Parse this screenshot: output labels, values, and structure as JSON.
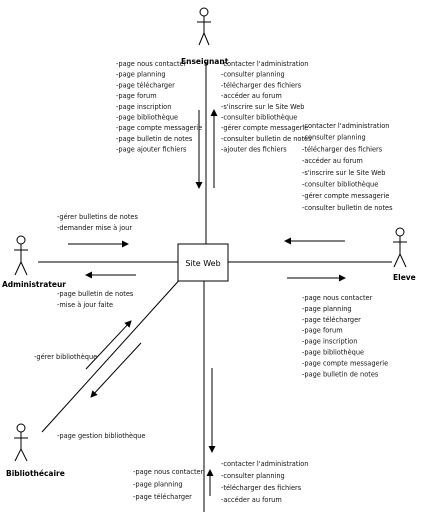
{
  "hub": {
    "name": "Site Web"
  },
  "actors": {
    "enseignant": "Enseignant",
    "administrateur": "Administrateur",
    "eleve": "Eleve",
    "bibliothecaire": "Bibliothécaire"
  },
  "messages": {
    "enseignant_pages": [
      "-page nous contacter",
      "-page planning",
      "-page télécharger",
      "-page forum",
      "-page inscription",
      "-page bibliothèque",
      "-page compte messagerie",
      "-page bulletin de notes",
      "-page ajouter fichiers"
    ],
    "enseignant_actions": [
      "-contacter l'administration",
      "-consulter planning",
      "-télécharger des fichiers",
      "-accéder au forum",
      "-s'inscrire sur le Site Web",
      "-consulter bibliothèque",
      "-gérer compte messagerie",
      "-consulter bulletin de notes",
      "-ajouter des fichiers"
    ],
    "admin_actions": [
      "-gérer bulletins de notes",
      "-demander mise à jour"
    ],
    "admin_pages": [
      "-page bulletin de notes",
      "-mise à jour faite"
    ],
    "eleve_actions": [
      "-contacter l'administration",
      "-consulter planning",
      "-télécharger des fichiers",
      "-accéder au forum",
      "-s'inscrire sur le Site Web",
      "-consulter bibliothèque",
      "-gérer compte messagerie",
      "-consulter bulletin de notes"
    ],
    "eleve_pages": [
      "-page nous contacter",
      "-page planning",
      "-page télécharger",
      "-page forum",
      "-page inscription",
      "-page bibliothèque",
      "-page compte messagerie",
      "-page bulletin de notes"
    ],
    "biblio_action": [
      "-gérer bibliothèque"
    ],
    "biblio_page": [
      "-page gestion bibliothèque"
    ],
    "bottom_pages": [
      "-page nous contacter",
      "-page planning",
      "-page télécharger"
    ],
    "bottom_actions": [
      "-contacter l'administration",
      "-consulter planning",
      "-télécharger des fichiers",
      "-accéder au forum"
    ]
  }
}
